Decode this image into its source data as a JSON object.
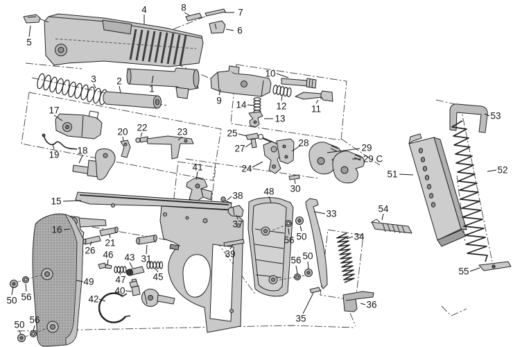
{
  "figure": {
    "kind": "exploded-parts-diagram",
    "subject": "semi-automatic pistol",
    "background_color": "#ffffff",
    "part_fill_color": "#c9c9c9",
    "line_color": "#1c1c1c",
    "label_color": "#141414"
  },
  "labels": [
    "5",
    "4",
    "8",
    "7",
    "6",
    "3",
    "2",
    "1",
    "9",
    "10",
    "12",
    "11",
    "14",
    "13",
    "17",
    "19",
    "18",
    "20",
    "22",
    "23",
    "25",
    "27",
    "24",
    "28",
    "29",
    "29 C",
    "30",
    "41",
    "15",
    "16",
    "26",
    "21",
    "31",
    "46",
    "43",
    "47",
    "45",
    "40",
    "42",
    "49",
    "50",
    "56",
    "50",
    "56",
    "48",
    "38",
    "37",
    "39",
    "33",
    "56",
    "50",
    "56",
    "50",
    "34",
    "35",
    "36",
    "51",
    "54",
    "53",
    "52",
    "55"
  ]
}
